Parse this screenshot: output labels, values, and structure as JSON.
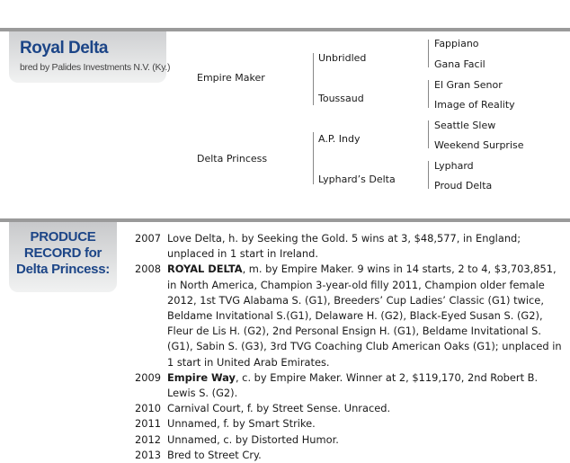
{
  "horse": {
    "name": "Royal Delta",
    "bred_by": "bred by Palides Investments N.V. (Ky.)"
  },
  "pedigree": {
    "sire": "Empire Maker",
    "dam": "Delta Princess",
    "grandparents": [
      "Unbridled",
      "Toussaud",
      "A.P. Indy",
      "Lyphard’s Delta"
    ],
    "great_grandparents": [
      "Fappiano",
      "Gana Facil",
      "El Gran Senor",
      "Image of Reality",
      "Seattle Slew",
      "Weekend Surprise",
      "Lyphard",
      "Proud Delta"
    ]
  },
  "produce": {
    "title": "PRODUCE RECORD for Delta Princess:",
    "records": [
      {
        "year": "2007",
        "name": "Love Delta",
        "bold": false,
        "text": ", h. by Seeking the Gold. 5 wins at 3, $48,577, in England; unplaced in 1 start in Ireland."
      },
      {
        "year": "2008",
        "name": "ROYAL DELTA",
        "bold": true,
        "text": ", m. by Empire Maker. 9 wins in 14 starts, 2 to 4, $3,703,851, in North America, Champion 3-year-old filly 2011, Champion older female 2012, 1st TVG Alabama S. (G1), Breeders’ Cup Ladies’ Classic (G1) twice, Beldame Invitational S.(G1), Delaware H. (G2), Black-Eyed Susan S. (G2), Fleur de Lis H. (G2), 2nd Personal Ensign H. (G1), Beldame Invitational S. (G1), Sabin S. (G3), 3rd TVG Coaching Club American Oaks (G1); unplaced in 1 start in United Arab Emirates."
      },
      {
        "year": "2009",
        "name": "Empire Way",
        "bold": true,
        "text": ", c. by Empire Maker. Winner at 2, $119,170, 2nd Robert B. Lewis S. (G2)."
      },
      {
        "year": "2010",
        "name": "Carnival Court",
        "bold": false,
        "text": ", f. by Street Sense. Unraced."
      },
      {
        "year": "2011",
        "name": "Unnamed",
        "bold": false,
        "text": ", f. by Smart Strike."
      },
      {
        "year": "2012",
        "name": "Unnamed",
        "bold": false,
        "text": ", c. by Distorted Humor."
      },
      {
        "year": "2013",
        "name": "Bred to Street Cry.",
        "bold": false,
        "text": ""
      }
    ]
  }
}
